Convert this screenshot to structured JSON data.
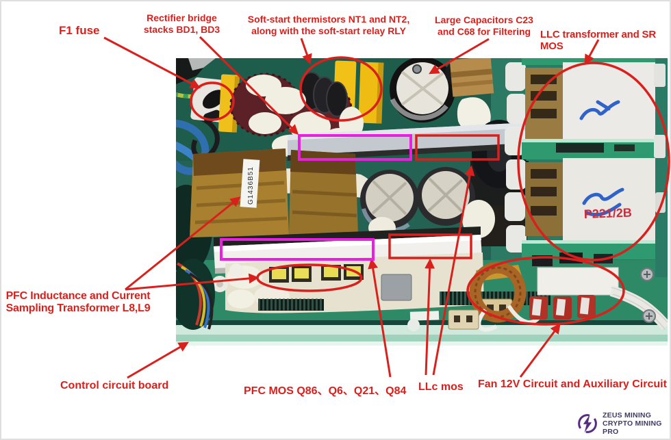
{
  "colors": {
    "annotation_red": "#d9201c",
    "annotation_magenta": "#ea1fdf",
    "marker_blue": "#2f63c9",
    "board_marker_red": "#d2293a",
    "logo_purple": "#582c83",
    "logo_text": "#413a66",
    "pcb_dark_green": "#1e5c4c",
    "pcb_light_green": "#2e8a66"
  },
  "annotations": {
    "f1_fuse": "F1 fuse",
    "rectifier_bridge": "Rectifier bridge\nstacks BD1, BD3",
    "soft_start": "Soft-start thermistors NT1 and NT2,\nalong with the soft-start relay RLY",
    "large_capacitors": "Large Capacitors C23\nand C68 for Filtering",
    "llc_transformer": "LLC transformer and SR MOS",
    "pfc_inductance": "PFC Inductance and Current\nSampling Transformer L8,L9",
    "control_board": "Control circuit board",
    "pfc_mos": "PFC MOS Q86、Q6、Q21、Q84",
    "llc_mos": "LLc mos",
    "fan_12v": "Fan 12V Circuit and Auxiliary Circuit"
  },
  "board_markings": {
    "transformer_label": "G1436B51",
    "handwritten_marker": "P221/2B"
  },
  "logo": {
    "name": "ZEUS MINING",
    "tagline": "CRYPTO MINING PRO"
  }
}
